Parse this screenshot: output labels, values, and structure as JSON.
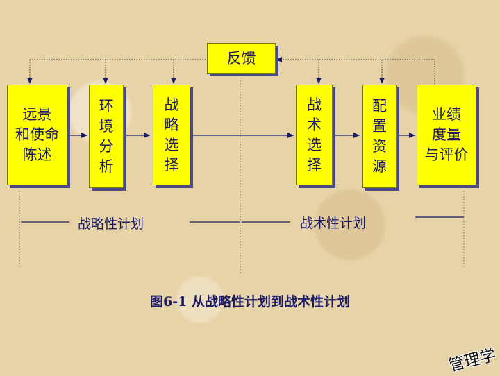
{
  "feedback": "反馈",
  "boxes": [
    {
      "id": "vision",
      "text": "远景\n和使命\n陈述"
    },
    {
      "id": "env",
      "text": "环\n境\n分\n析"
    },
    {
      "id": "strat",
      "text": "战\n略\n选\n择"
    },
    {
      "id": "tact",
      "text": "战\n术\n选\n择"
    },
    {
      "id": "alloc",
      "text": "配\n置\n资\n源"
    },
    {
      "id": "perf",
      "text": "业绩\n度量\n与评价"
    }
  ],
  "labels": {
    "strategic": "战略性计划",
    "tactical": "战术性计划"
  },
  "caption": "图6-1   从战略性计划到战术性计划",
  "stamp": "管理学",
  "colors": {
    "box_fill": "#ffff00",
    "text": "#1a1a66",
    "shadow": "#4a4a8a"
  }
}
